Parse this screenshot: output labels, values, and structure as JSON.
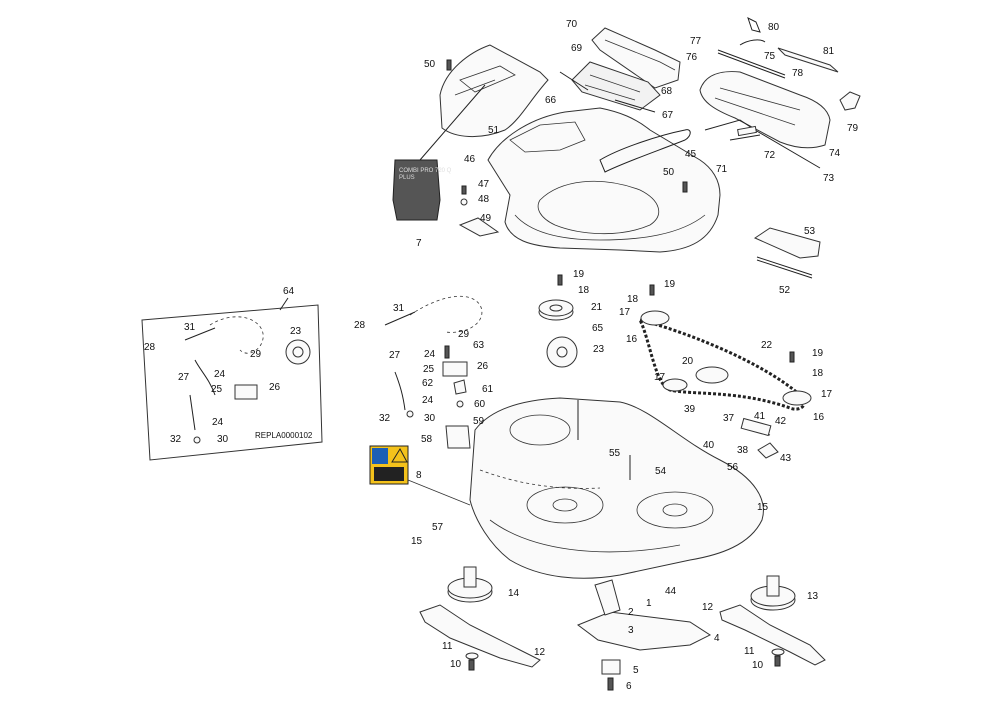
{
  "inset_reference": "REPLA0000102",
  "decal_text": {
    "line1": "COMBI PRO 720 Q",
    "line2": "PLUS"
  },
  "callouts": [
    {
      "label": "80"
    },
    {
      "label": "70"
    },
    {
      "label": "77"
    },
    {
      "label": "81"
    },
    {
      "label": "69"
    },
    {
      "label": "76"
    },
    {
      "label": "75"
    },
    {
      "label": "78"
    },
    {
      "label": "50"
    },
    {
      "label": "68"
    },
    {
      "label": "66"
    },
    {
      "label": "67"
    },
    {
      "label": "79"
    },
    {
      "label": "51"
    },
    {
      "label": "45"
    },
    {
      "label": "72"
    },
    {
      "label": "74"
    },
    {
      "label": "46"
    },
    {
      "label": "71"
    },
    {
      "label": "73"
    },
    {
      "label": "50"
    },
    {
      "label": "47"
    },
    {
      "label": "48"
    },
    {
      "label": "49"
    },
    {
      "label": "7"
    },
    {
      "label": "53"
    },
    {
      "label": "52"
    },
    {
      "label": "19"
    },
    {
      "label": "19"
    },
    {
      "label": "18"
    },
    {
      "label": "18"
    },
    {
      "label": "21"
    },
    {
      "label": "17"
    },
    {
      "label": "65"
    },
    {
      "label": "64"
    },
    {
      "label": "31"
    },
    {
      "label": "28"
    },
    {
      "label": "29"
    },
    {
      "label": "31"
    },
    {
      "label": "23"
    },
    {
      "label": "16"
    },
    {
      "label": "22"
    },
    {
      "label": "28"
    },
    {
      "label": "63"
    },
    {
      "label": "23"
    },
    {
      "label": "29"
    },
    {
      "label": "24"
    },
    {
      "label": "27"
    },
    {
      "label": "19"
    },
    {
      "label": "25"
    },
    {
      "label": "26"
    },
    {
      "label": "20"
    },
    {
      "label": "27"
    },
    {
      "label": "24"
    },
    {
      "label": "62"
    },
    {
      "label": "61"
    },
    {
      "label": "17"
    },
    {
      "label": "18"
    },
    {
      "label": "25"
    },
    {
      "label": "26"
    },
    {
      "label": "24"
    },
    {
      "label": "60"
    },
    {
      "label": "17"
    },
    {
      "label": "39"
    },
    {
      "label": "32"
    },
    {
      "label": "30"
    },
    {
      "label": "59"
    },
    {
      "label": "37"
    },
    {
      "label": "41"
    },
    {
      "label": "16"
    },
    {
      "label": "24"
    },
    {
      "label": "42"
    },
    {
      "label": "32"
    },
    {
      "label": "30"
    },
    {
      "label": "58"
    },
    {
      "label": "40"
    },
    {
      "label": "38"
    },
    {
      "label": "55"
    },
    {
      "label": "43"
    },
    {
      "label": "54"
    },
    {
      "label": "56"
    },
    {
      "label": "8"
    },
    {
      "label": "15"
    },
    {
      "label": "57"
    },
    {
      "label": "15"
    },
    {
      "label": "14"
    },
    {
      "label": "44"
    },
    {
      "label": "13"
    },
    {
      "label": "1"
    },
    {
      "label": "2"
    },
    {
      "label": "12"
    },
    {
      "label": "3"
    },
    {
      "label": "4"
    },
    {
      "label": "11"
    },
    {
      "label": "12"
    },
    {
      "label": "11"
    },
    {
      "label": "10"
    },
    {
      "label": "5"
    },
    {
      "label": "10"
    },
    {
      "label": "6"
    }
  ]
}
